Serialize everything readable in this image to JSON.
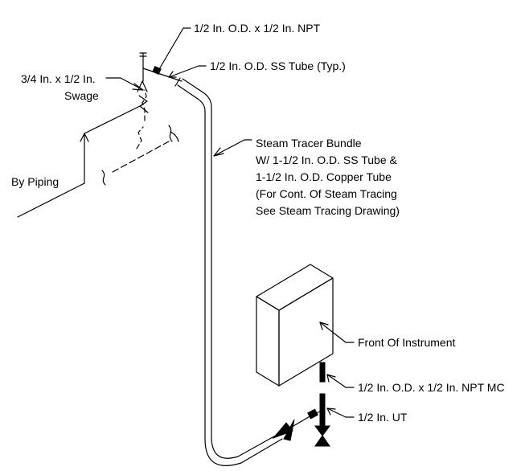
{
  "labels": {
    "npt_fitting": "1/2 In. O.D. x 1/2 In. NPT",
    "ss_tube": "1/2 In. O.D. SS Tube (Typ.)",
    "swage_line1": "3/4 In. x 1/2 In.",
    "swage_line2": "Swage",
    "by_piping": "By Piping",
    "bundle_line1": "Steam Tracer Bundle",
    "bundle_line2": "W/ 1-1/2 In. O.D. SS Tube &",
    "bundle_line3": "1-1/2 In. O.D. Copper Tube",
    "bundle_line4": "(For Cont. Of Steam Tracing",
    "bundle_line5": "See Steam Tracing Drawing)",
    "front_instrument": "Front Of Instrument",
    "npt_mc": "1/2 In. O.D. x 1/2 In. NPT MC",
    "ut": "1/2 In. UT"
  }
}
